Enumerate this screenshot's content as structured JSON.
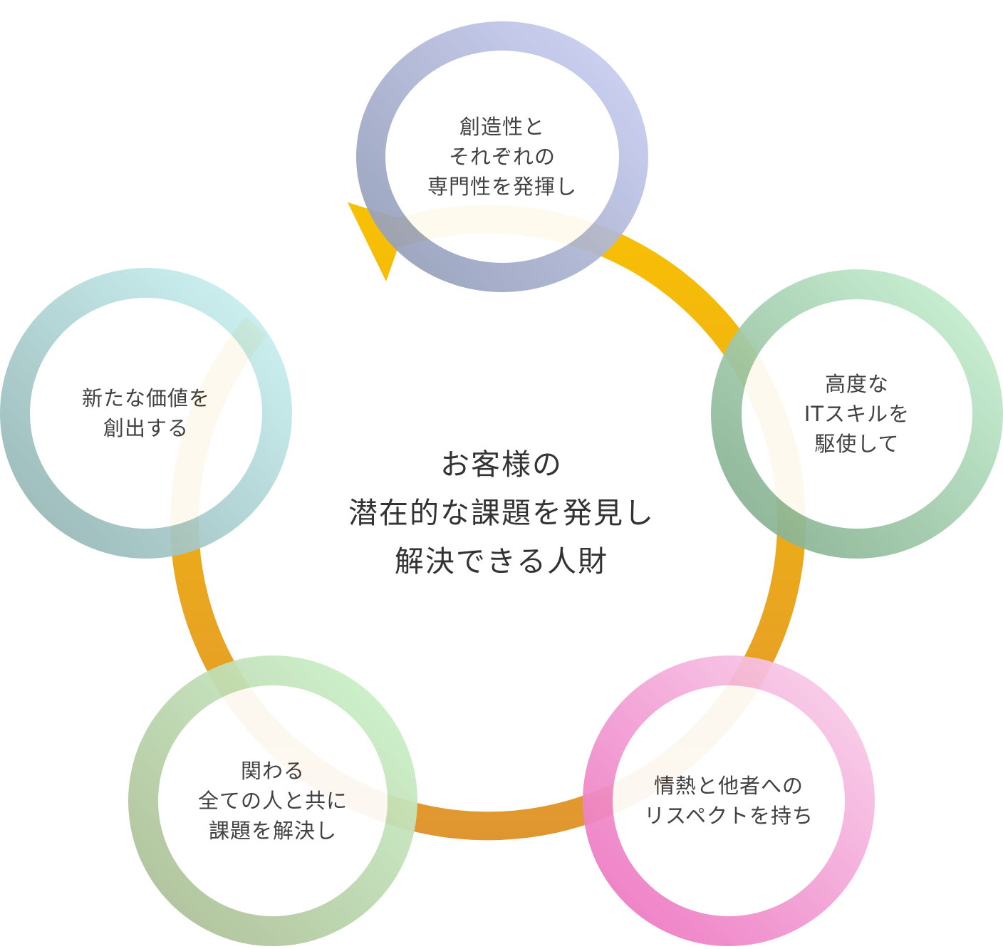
{
  "diagram": {
    "center": {
      "text": "お客様の\n潜在的な課題を発見し\n解決できる人財"
    },
    "colors": {
      "arrow_top": "#F8C004",
      "arrow_bottom": "#E09630",
      "inner_fill": "#FFFFFF",
      "text": "#333333"
    },
    "nodes": [
      {
        "id": "creativity",
        "label": "創造性と\nそれぞれの\n専門性を発揮し",
        "color_light": "#D0D4F9",
        "color_dark": "#8E99B2"
      },
      {
        "id": "it-skills",
        "label": "高度な\nITスキルを\n駆使して",
        "color_light": "#CFF8DA",
        "color_dark": "#7EA888"
      },
      {
        "id": "passion",
        "label": "情熱と他者への\nリスペクトを持ち",
        "color_light": "#FAD8EF",
        "color_dark": "#EC6BBC"
      },
      {
        "id": "collaboration",
        "label": "関わる\n全ての人と共に\n課題を解決し",
        "color_light": "#CFF8CF",
        "color_dark": "#A8B890"
      },
      {
        "id": "new-value",
        "label": "新たな価値を\n創出する",
        "color_light": "#D0F8F8",
        "color_dark": "#8FAFAF"
      }
    ]
  }
}
